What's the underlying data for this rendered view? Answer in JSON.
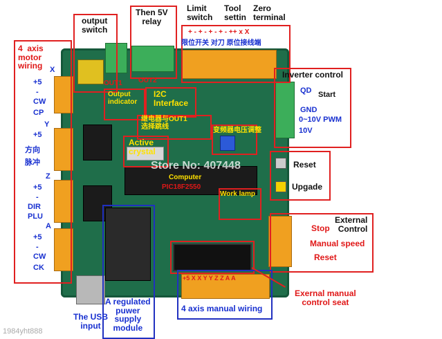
{
  "labels": {
    "axis_motor_wiring": "4  axis\nmotor\nwiring",
    "x": "X",
    "plus5_1": "+5",
    "minus_1": "-",
    "cw": "CW",
    "cp": "CP",
    "y": "Y",
    "plus5_2": "+5",
    "fangxiang": "方向",
    "maichong": "脉冲",
    "z": "Z",
    "plus5_3": "+5",
    "minus_3": "-",
    "dir": "DIR",
    "plu": "PLU",
    "a": "A",
    "plus5_4": "+5",
    "minus_4": "-",
    "cw2": "CW",
    "ck": "CK",
    "output_switch": "output\nswitch",
    "then_5v_relay": "Then 5V\nrelay",
    "limit_switch": "Limit\nswitch",
    "tool_setting": "Tool\nsettin",
    "zero_terminal": "Zero\nterminal",
    "top_pins": "+ - + - + - + - ++ x X",
    "cn_top": "限位开关 对刀 原位接线端",
    "out1": "OUT1",
    "out2": "OUT2",
    "output_indicator": "Output\nindicator",
    "i2c_interface": "I2C\nInterface",
    "cn_relay": "继电器与OUT1\n选择跳线",
    "cn_inverter": "变频器电压调整",
    "active_crystal": "Active\ncrystal",
    "computer": "Computer",
    "pic": "PIC18F2550",
    "work_lamp": "Work lamp",
    "inverter_control": "Inverter control",
    "qd": "QD",
    "start": "Start",
    "gnd": "GND",
    "pwm": "0~10V PWM",
    "ten_v": "10V",
    "reset": "Reset",
    "upgrade": "Upgade",
    "external_control": "External\nControl",
    "stop": "Stop",
    "manual_speed": "Manual speed",
    "reset2": "Reset",
    "usb_input": "The USB\ninput",
    "regulated_power": "A regulated\npuwer\nsupply\nmodule",
    "four_axis_manual": "4  axis manual wiring",
    "external_manual": "Exernal manual\ncontrol seat",
    "store": "Store No: 407448",
    "watermark": "1984yht888",
    "bottom_pins": "+5 X X Y Y Z Z A A"
  },
  "colors": {
    "pcb": "#1f6e4a",
    "red": "#e01818",
    "blue": "#1830d0",
    "terminal": "#f0a020",
    "green_terminal": "#3cae5a"
  }
}
